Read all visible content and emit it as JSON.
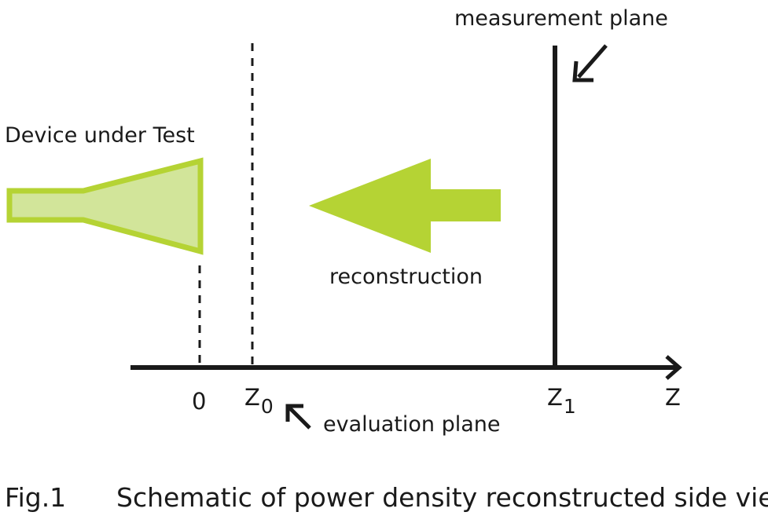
{
  "labels": {
    "measurement_plane": "measurement plane",
    "device_under_test": "Device under Test",
    "reconstruction": "reconstruction",
    "evaluation_plane": "evaluation plane"
  },
  "axis": {
    "origin": "0",
    "z0_base": "Z",
    "z0_sub": "0",
    "z1_base": "Z",
    "z1_sub": "1",
    "z": "Z"
  },
  "caption": {
    "number": "Fig.1",
    "text": "Schematic of power density reconstructed side view"
  },
  "colors": {
    "accent": "#b5d334",
    "accent_light": "#d2e59a",
    "line": "#1a1a1a"
  }
}
